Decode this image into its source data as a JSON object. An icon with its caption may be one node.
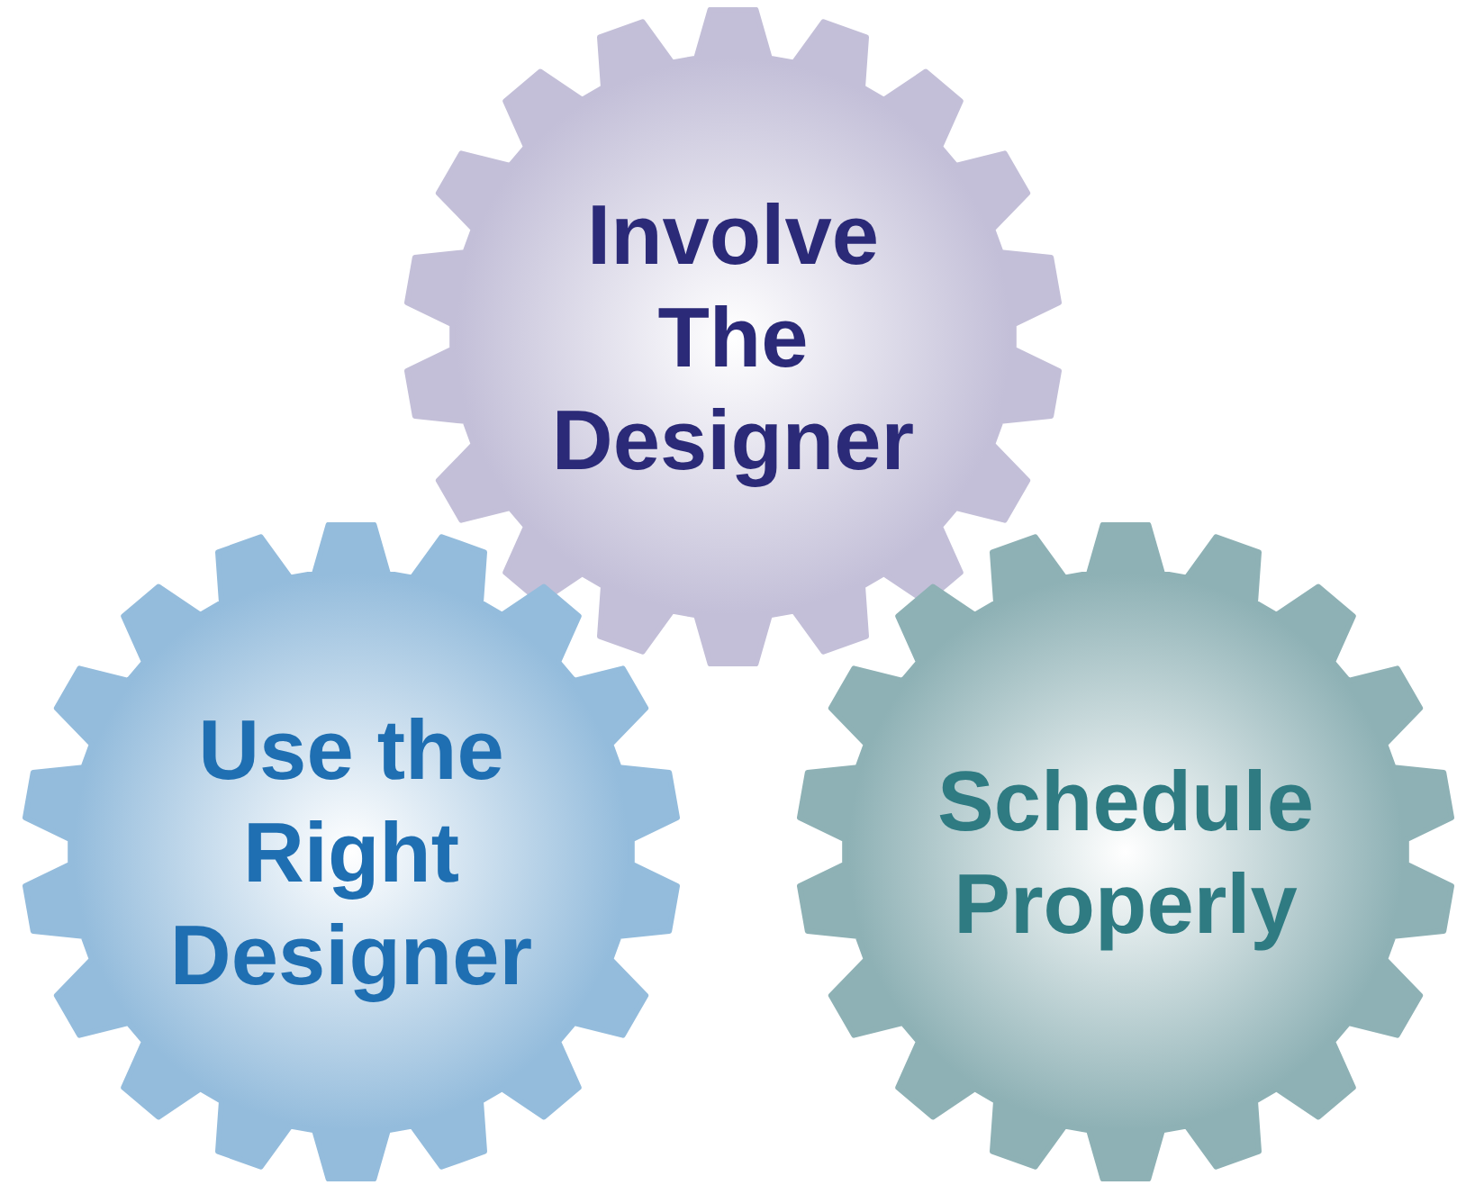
{
  "diagram": {
    "nodes": [
      {
        "text": [
          "Involve The Designer"
        ]
      },
      {
        "text": [
          "Use the Right Designer"
        ]
      },
      {
        "text": [
          "Schedule Properly"
        ]
      }
    ],
    "edges": []
  }
}
